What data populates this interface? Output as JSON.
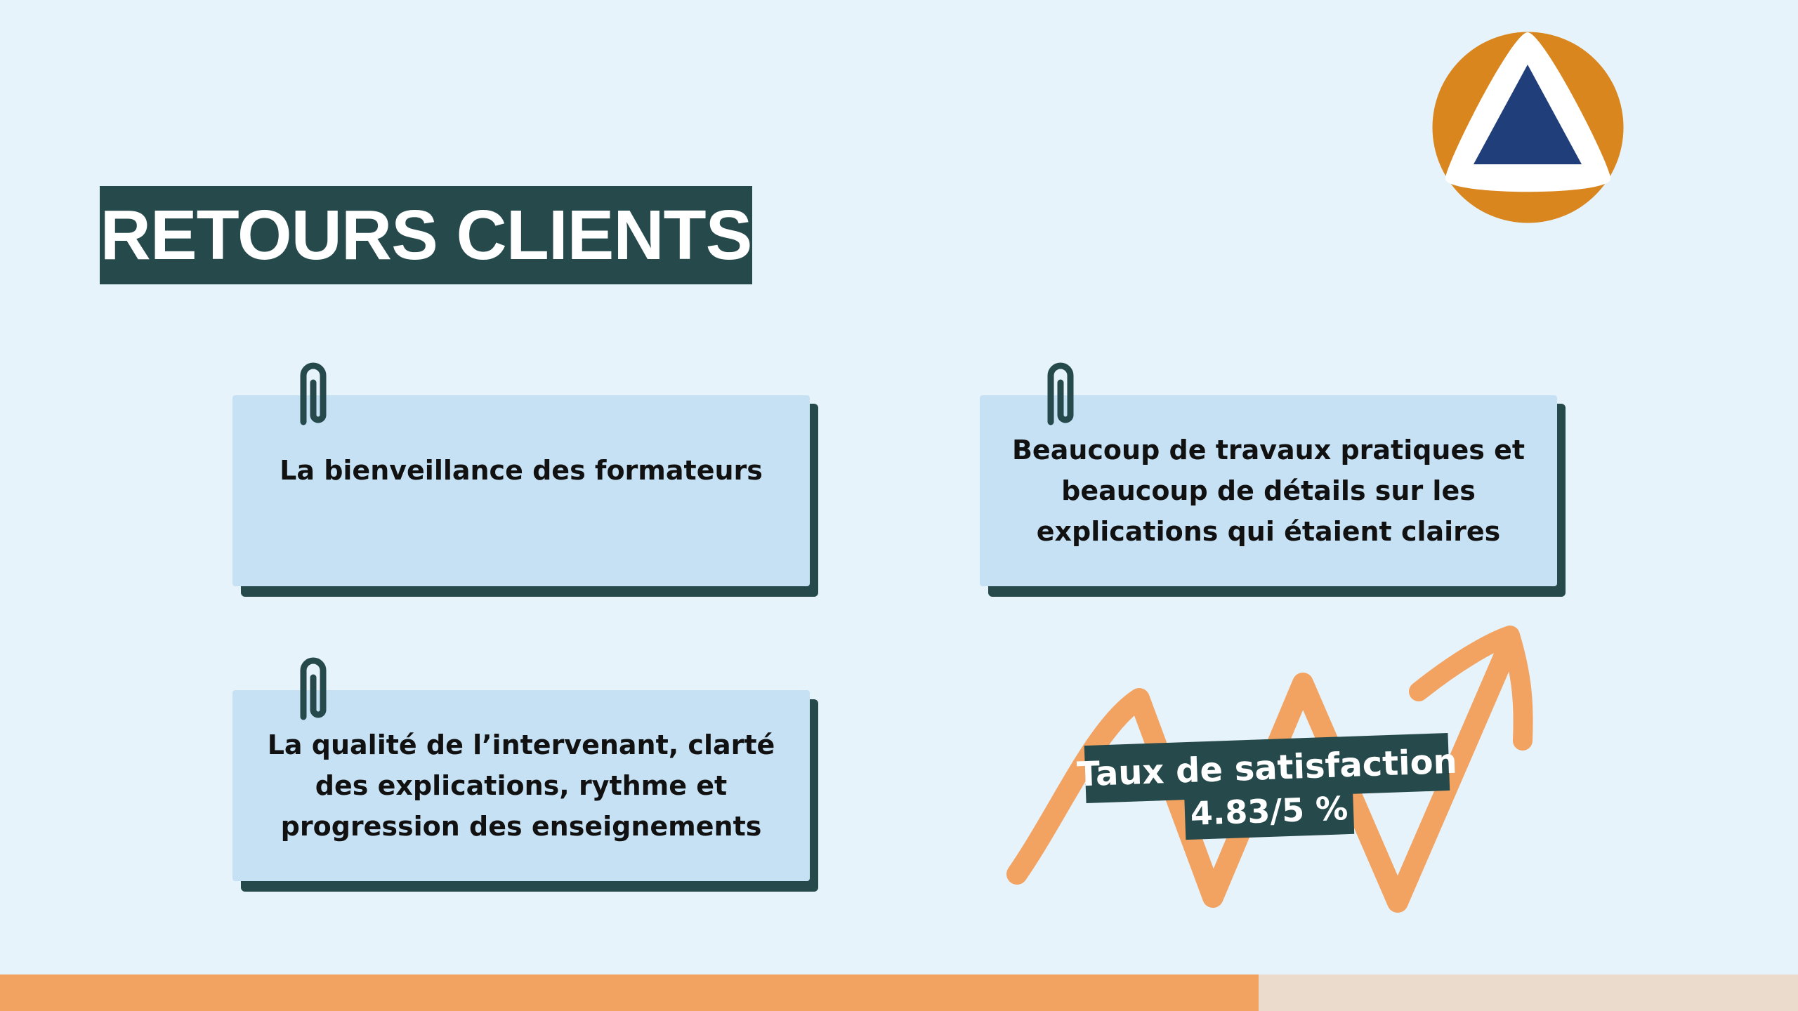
{
  "title": "RETOURS CLIENTS",
  "logo": {
    "icon": "triangle-logo-icon",
    "colors": {
      "ring": "#d9861f",
      "triangle": "#203e7a",
      "inner": "#ffffff"
    }
  },
  "feedback": [
    {
      "text": "La bienveillance des formateurs"
    },
    {
      "text": "Beaucoup de travaux pratiques et beaucoup de détails sur les explications qui étaient claires"
    },
    {
      "text": "La qualité de l’intervenant, clarté des explications, rythme et progression des enseignements"
    }
  ],
  "satisfaction": {
    "label": "Taux de satisfaction",
    "value": "4.83/5 %"
  },
  "colors": {
    "accent": "#264a4b",
    "card": "#c6e1f4",
    "background": "#e7f3fa",
    "arrow": "#f2a261",
    "bar_left": "#f2a261",
    "bar_right": "#ebdbcd"
  }
}
